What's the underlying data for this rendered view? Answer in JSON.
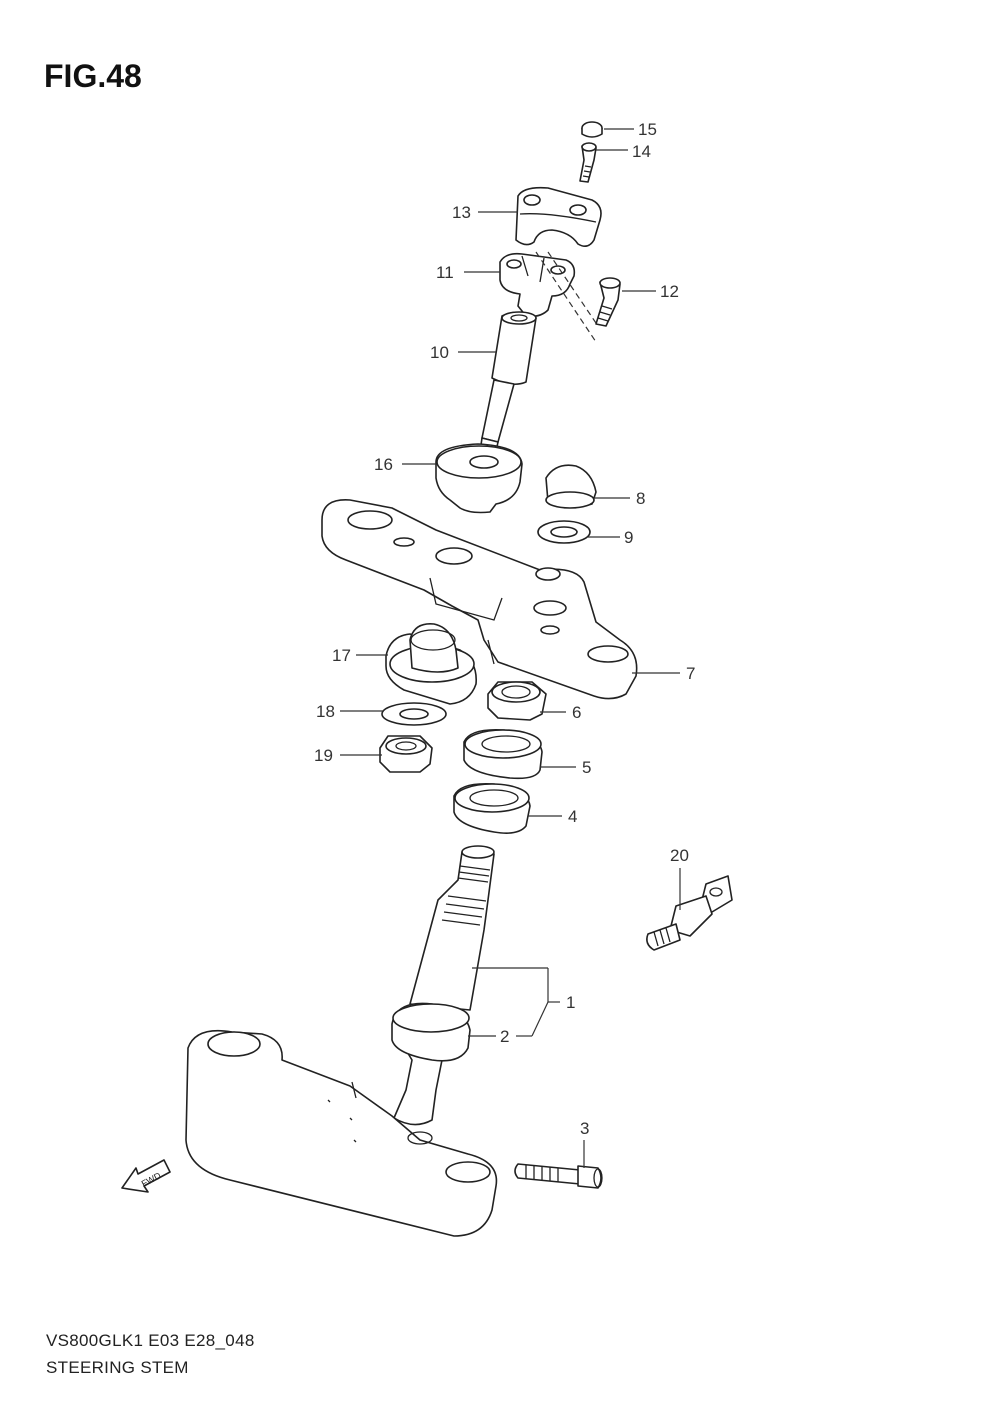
{
  "figure": {
    "title": "FIG.48",
    "model_code": "VS800GLK1 E03 E28_048",
    "name": "STEERING STEM",
    "fwd_label": "FWD"
  },
  "callouts": [
    "1",
    "2",
    "3",
    "4",
    "5",
    "6",
    "7",
    "8",
    "9",
    "10",
    "11",
    "12",
    "13",
    "14",
    "15",
    "16",
    "17",
    "18",
    "19",
    "20"
  ],
  "parts": [
    {
      "ref": "1",
      "icon": "steering-stem-assembly-icon"
    },
    {
      "ref": "2",
      "icon": "stem-dust-seal-icon"
    },
    {
      "ref": "3",
      "icon": "lower-bracket-bolt-icon"
    },
    {
      "ref": "4",
      "icon": "lower-bearing-icon"
    },
    {
      "ref": "5",
      "icon": "upper-bearing-icon"
    },
    {
      "ref": "6",
      "icon": "stem-nut-icon"
    },
    {
      "ref": "7",
      "icon": "upper-bracket-icon"
    },
    {
      "ref": "8",
      "icon": "head-nut-cap-icon"
    },
    {
      "ref": "9",
      "icon": "washer-icon"
    },
    {
      "ref": "10",
      "icon": "handlebar-post-bolt-icon"
    },
    {
      "ref": "11",
      "icon": "handlebar-holder-lower-icon"
    },
    {
      "ref": "12",
      "icon": "holder-bolt-icon"
    },
    {
      "ref": "13",
      "icon": "handlebar-holder-upper-icon"
    },
    {
      "ref": "14",
      "icon": "clamp-bolt-icon"
    },
    {
      "ref": "15",
      "icon": "bolt-cap-icon"
    },
    {
      "ref": "16",
      "icon": "rubber-cushion-icon"
    },
    {
      "ref": "17",
      "icon": "stem-head-bushing-icon"
    },
    {
      "ref": "18",
      "icon": "flat-washer-icon"
    },
    {
      "ref": "19",
      "icon": "hex-nut-icon"
    },
    {
      "ref": "20",
      "icon": "steering-lock-icon"
    }
  ]
}
